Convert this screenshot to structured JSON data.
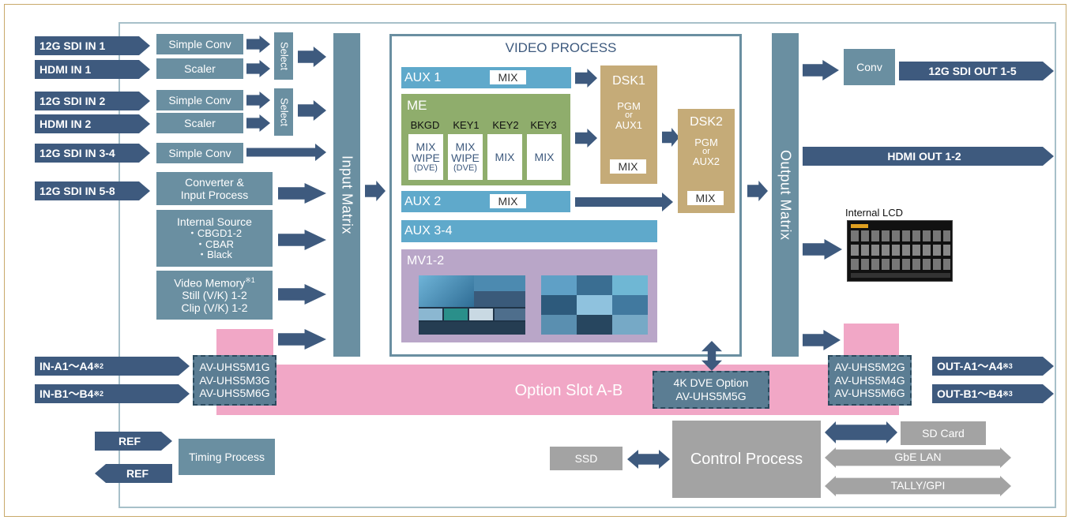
{
  "inputs": {
    "sdi_in_1": "12G SDI IN 1",
    "hdmi_in_1": "HDMI IN 1",
    "sdi_in_2": "12G SDI IN 2",
    "hdmi_in_2": "HDMI IN 2",
    "sdi_in_3_4": "12G SDI IN 3-4",
    "sdi_in_5_8": "12G SDI IN 5-8",
    "in_a": "IN-A1～A4",
    "in_a_note": "※2",
    "in_b": "IN-B1～B4",
    "in_b_note": "※2",
    "ref_in": "REF",
    "ref_out": "REF"
  },
  "input_process": {
    "simple_conv_1": "Simple Conv",
    "scaler_1": "Scaler",
    "simple_conv_2": "Simple Conv",
    "scaler_2": "Scaler",
    "simple_conv_3": "Simple Conv",
    "select_1": "Select",
    "select_2": "Select",
    "converter_line1": "Converter &",
    "converter_line2": "Input Process",
    "internal_source_title": "Internal Source",
    "internal_source_items": [
      "・CBGD1-2",
      "・CBAR",
      "・Black"
    ],
    "video_memory_title": "Video Memory",
    "video_memory_note": "※1",
    "video_memory_items": [
      "Still (V/K) 1-2",
      "Clip (V/K) 1-2"
    ],
    "timing_process": "Timing Process"
  },
  "input_matrix": "Input Matrix",
  "output_matrix": "Output Matrix",
  "video_process": {
    "title": "VIDEO PROCESS",
    "aux1": "AUX 1",
    "aux1_mix": "MIX",
    "me": "ME",
    "me_columns": [
      "BKGD",
      "KEY1",
      "KEY2",
      "KEY3"
    ],
    "bkgd_lines": [
      "MIX",
      "WIPE",
      "(DVE)"
    ],
    "key1_lines": [
      "MIX",
      "WIPE",
      "(DVE)"
    ],
    "key2": "MIX",
    "key3": "MIX",
    "aux2": "AUX 2",
    "aux2_mix": "MIX",
    "aux3_4": "AUX 3-4",
    "mv": "MV1-2",
    "dsk1_title": "DSK1",
    "dsk1_lines": [
      "PGM",
      "or",
      "AUX1"
    ],
    "dsk1_mix": "MIX",
    "dsk2_title": "DSK2",
    "dsk2_lines": [
      "PGM",
      "or",
      "AUX2"
    ],
    "dsk2_mix": "MIX"
  },
  "outputs": {
    "conv": "Conv",
    "sdi_out": "12G SDI OUT 1-5",
    "hdmi_out": "HDMI OUT 1-2",
    "internal_lcd": "Internal LCD",
    "out_a": "OUT-A1～A4",
    "out_a_note": "※3",
    "out_b": "OUT-B1～B4",
    "out_b_note": "※3"
  },
  "option_slot": {
    "label": "Option Slot A-B",
    "input_boards": [
      "AV-UHS5M1G",
      "AV-UHS5M3G",
      "AV-UHS5M6G"
    ],
    "output_boards": [
      "AV-UHS5M2G",
      "AV-UHS5M4G",
      "AV-UHS5M6G"
    ],
    "dve_line1": "4K  DVE Option",
    "dve_line2": "AV-UHS5M5G"
  },
  "control": {
    "ssd": "SSD",
    "control_process": "Control Process",
    "sd_card": "SD Card",
    "gbe_lan": "GbE LAN",
    "tally_gpi": "TALLY/GPI"
  },
  "colors": {
    "dark_blue": "#3e5a7e",
    "steel_blue": "#6a8fa1",
    "light_blue": "#5fa9cb",
    "me_green": "#8fad6c",
    "dsk_tan": "#c5ab78",
    "mv_purple": "#b9a6c8",
    "option_pink": "#f1a7c6",
    "gray": "#a3a3a3"
  }
}
